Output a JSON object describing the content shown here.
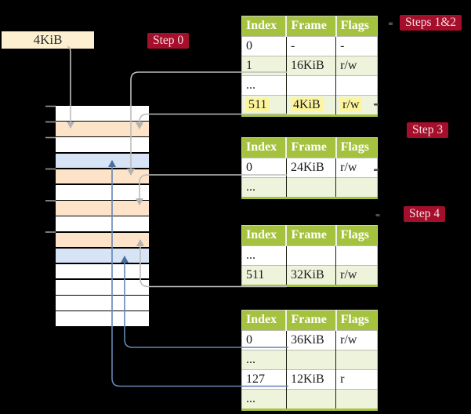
{
  "frame_size_box": {
    "label": "4KiB"
  },
  "step_labels": {
    "step0": "Step 0",
    "steps12": "Steps 1&2",
    "step3": "Step 3",
    "step4": "Step 4"
  },
  "memory_strip": {
    "rows": [
      {
        "type": "free"
      },
      {
        "type": "page-table"
      },
      {
        "type": "free"
      },
      {
        "type": "mapped-page"
      },
      {
        "type": "page-table"
      },
      {
        "type": "free"
      },
      {
        "type": "page-table"
      },
      {
        "type": "free"
      },
      {
        "type": "page-table"
      },
      {
        "type": "mapped-page"
      },
      {
        "type": "free"
      },
      {
        "type": "free"
      },
      {
        "type": "free"
      },
      {
        "type": "free"
      }
    ]
  },
  "page_tables": [
    {
      "name": "table-steps-1-2",
      "columns": [
        "Index",
        "Frame",
        "Flags"
      ],
      "rows": [
        {
          "cells": [
            "0",
            "-",
            "-"
          ],
          "shaded": false,
          "highlight": false
        },
        {
          "cells": [
            "1",
            "16KiB",
            "r/w"
          ],
          "shaded": true,
          "highlight": false
        },
        {
          "cells": [
            "...",
            "",
            ""
          ],
          "shaded": false,
          "highlight": false
        },
        {
          "cells": [
            "511",
            "4KiB",
            "r/w"
          ],
          "shaded": true,
          "highlight": true
        }
      ]
    },
    {
      "name": "table-step-3",
      "columns": [
        "Index",
        "Frame",
        "Flags"
      ],
      "rows": [
        {
          "cells": [
            "0",
            "24KiB",
            "r/w"
          ],
          "shaded": false,
          "highlight": false
        },
        {
          "cells": [
            "...",
            "",
            ""
          ],
          "shaded": true,
          "highlight": false
        }
      ]
    },
    {
      "name": "table-step-4",
      "columns": [
        "Index",
        "Frame",
        "Flags"
      ],
      "rows": [
        {
          "cells": [
            "...",
            "",
            ""
          ],
          "shaded": false,
          "highlight": false
        },
        {
          "cells": [
            "511",
            "32KiB",
            "r/w"
          ],
          "shaded": true,
          "highlight": false
        }
      ]
    },
    {
      "name": "table-final",
      "columns": [
        "Index",
        "Frame",
        "Flags"
      ],
      "rows": [
        {
          "cells": [
            "0",
            "36KiB",
            "r/w"
          ],
          "shaded": false,
          "highlight": false
        },
        {
          "cells": [
            "...",
            "",
            ""
          ],
          "shaded": true,
          "highlight": false
        },
        {
          "cells": [
            "127",
            "12KiB",
            "r"
          ],
          "shaded": false,
          "highlight": false
        },
        {
          "cells": [
            "...",
            "",
            ""
          ],
          "shaded": true,
          "highlight": false
        }
      ]
    }
  ],
  "colors": {
    "background": "#000000",
    "table_header_green": "#a5c23e",
    "table_row_tint_green": "#eef3dc",
    "table_bottom_border_green": "#a5c13d",
    "highlight_yellow": "#fcf59d",
    "step_label_red": "#a50f2b",
    "step_label_text": "#f3dfe3",
    "frame_box_cream": "#fcf0d0",
    "memory_page_table_peach": "#fde3c7",
    "memory_mapped_page_blue": "#d6e4f5",
    "pointer_gray": "#bdbdbd",
    "pointer_blue": "#6486b5"
  }
}
